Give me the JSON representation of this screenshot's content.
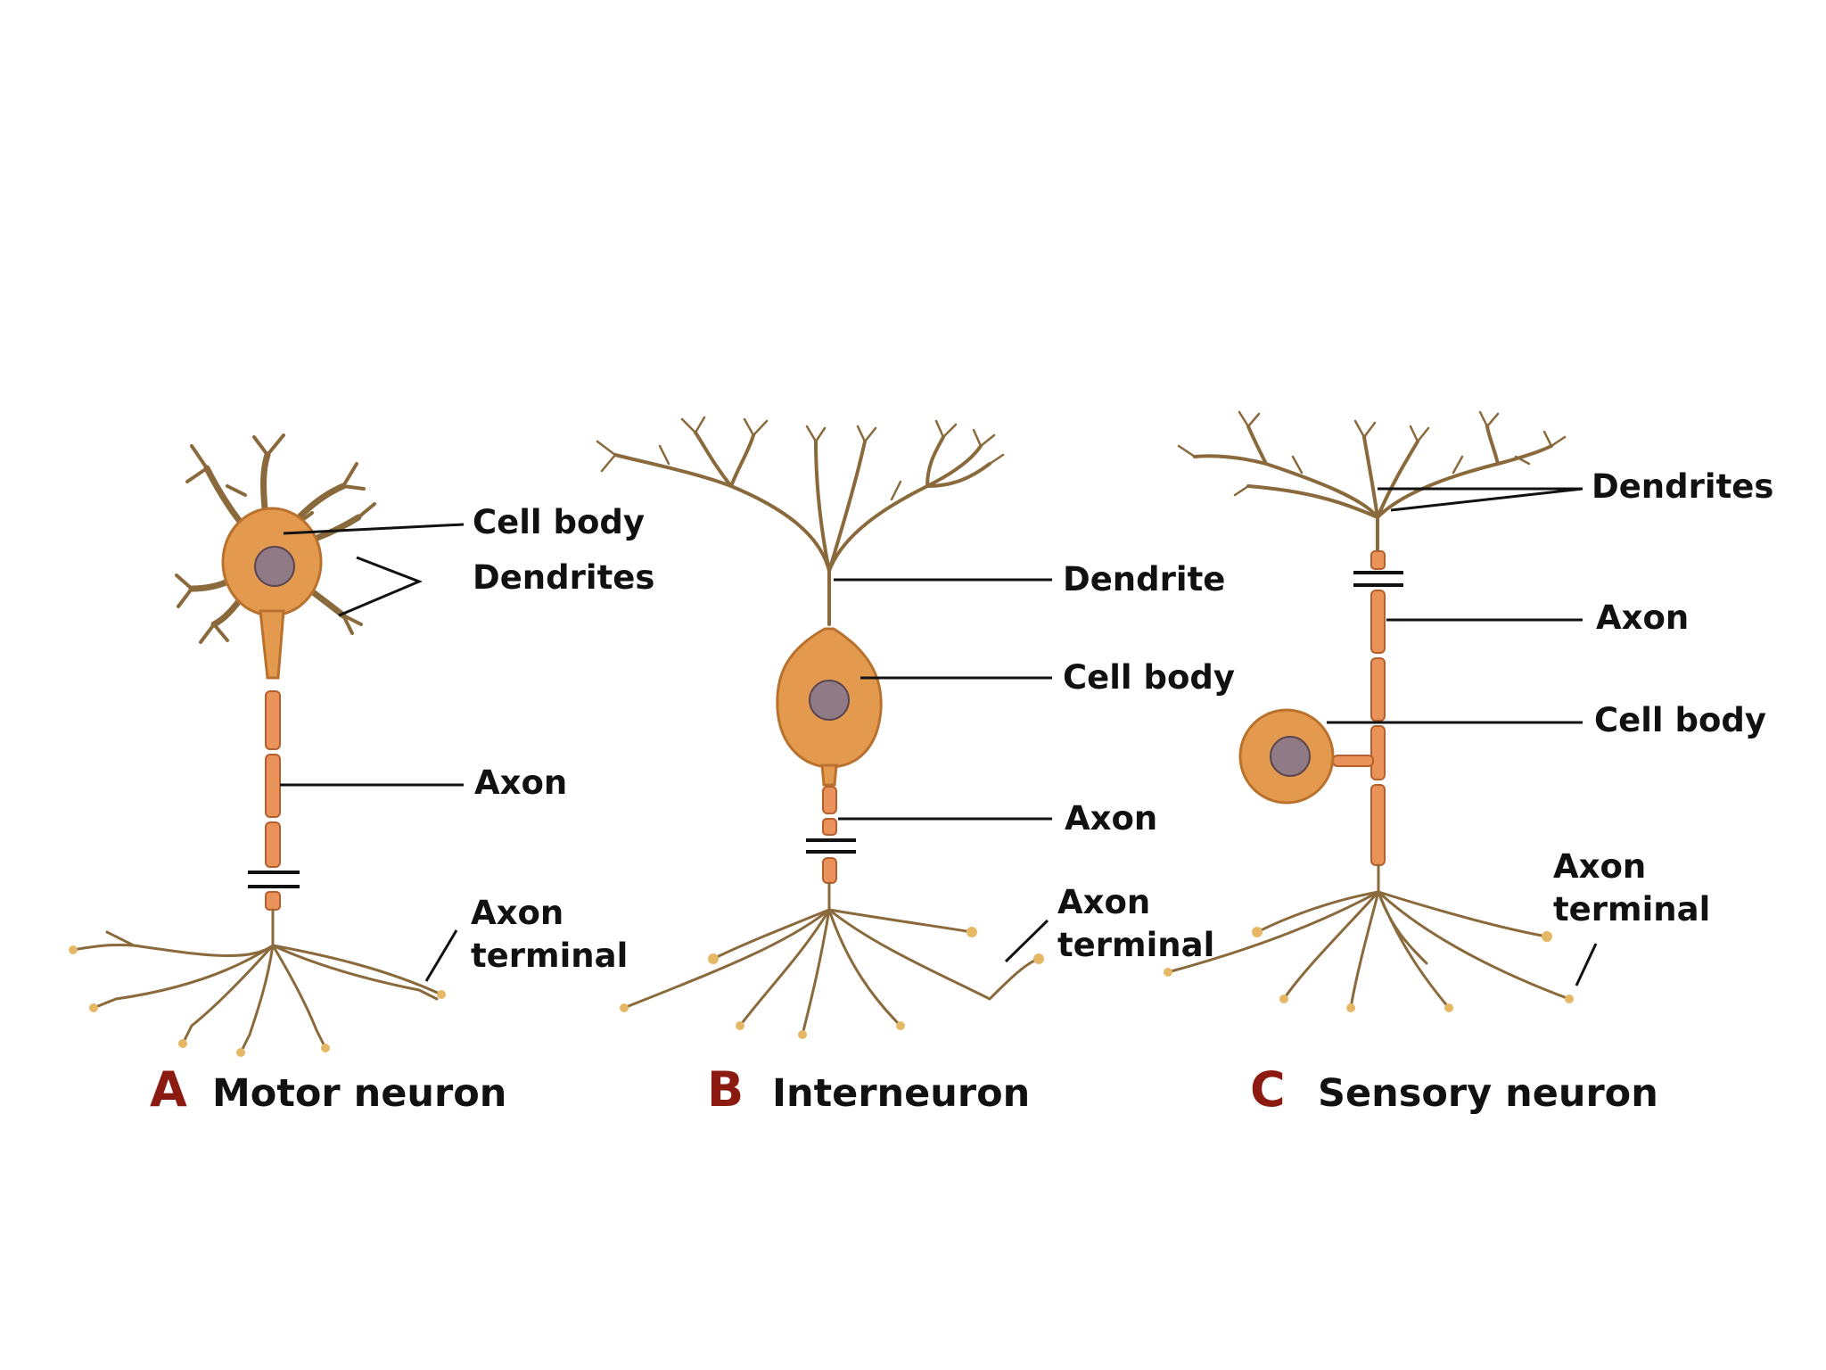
{
  "colors": {
    "panel_letter": "#8b1a10",
    "neuron_body": "#e49a4e",
    "axon": "#e9935a",
    "branch": "#8a6a3c",
    "label_text": "#111111"
  },
  "panels": [
    {
      "letter": "A",
      "caption": "Motor neuron",
      "labels": {
        "cell_body": "Cell body",
        "dendrites": "Dendrites",
        "axon": "Axon",
        "axon_terminal_1": "Axon",
        "axon_terminal_2": "terminal"
      }
    },
    {
      "letter": "B",
      "caption": "Interneuron",
      "labels": {
        "dendrite": "Dendrite",
        "cell_body": "Cell body",
        "axon": "Axon",
        "axon_terminal_1": "Axon",
        "axon_terminal_2": "terminal"
      }
    },
    {
      "letter": "C",
      "caption": "Sensory neuron",
      "labels": {
        "dendrites": "Dendrites",
        "axon": "Axon",
        "cell_body": "Cell body",
        "axon_terminal_1": "Axon",
        "axon_terminal_2": "terminal"
      }
    }
  ]
}
